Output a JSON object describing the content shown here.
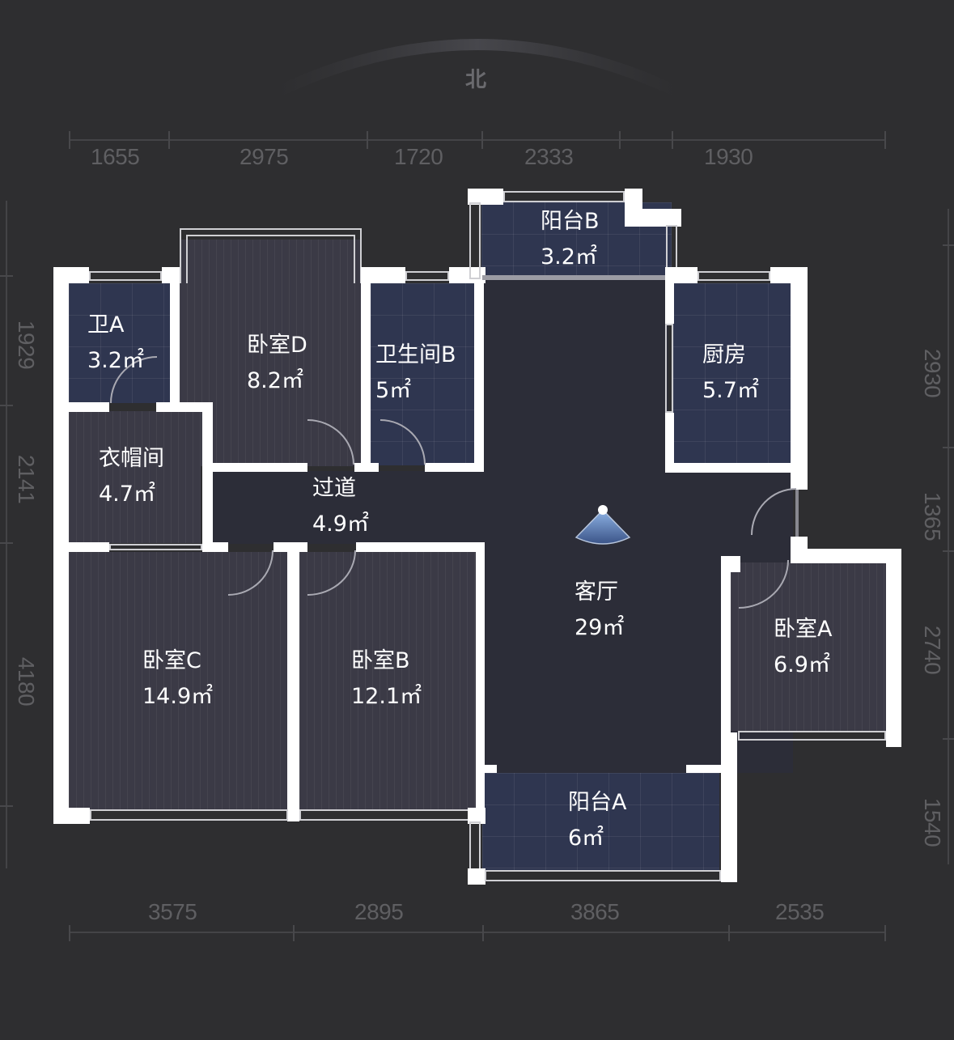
{
  "compass": {
    "north_label": "北"
  },
  "dimensions": {
    "top": [
      "1655",
      "2975",
      "1720",
      "2333",
      "1930"
    ],
    "bottom": [
      "3575",
      "2895",
      "3865",
      "2535"
    ],
    "left": [
      "1929",
      "2141",
      "4180"
    ],
    "right": [
      "2930",
      "1365",
      "2740",
      "1540"
    ]
  },
  "rooms": [
    {
      "id": "wei-a",
      "name": "卫A",
      "area": "3.2㎡"
    },
    {
      "id": "bedroom-d",
      "name": "卧室D",
      "area": "8.2㎡"
    },
    {
      "id": "bathroom-b",
      "name": "卫生间B",
      "area": "5㎡"
    },
    {
      "id": "balcony-b",
      "name": "阳台B",
      "area": "3.2㎡"
    },
    {
      "id": "kitchen",
      "name": "厨房",
      "area": "5.7㎡"
    },
    {
      "id": "cloakroom",
      "name": "衣帽间",
      "area": "4.7㎡"
    },
    {
      "id": "corridor",
      "name": "过道",
      "area": "4.9㎡"
    },
    {
      "id": "living-room",
      "name": "客厅",
      "area": "29㎡"
    },
    {
      "id": "bedroom-c",
      "name": "卧室C",
      "area": "14.9㎡"
    },
    {
      "id": "bedroom-b",
      "name": "卧室B",
      "area": "12.1㎡"
    },
    {
      "id": "bedroom-a",
      "name": "卧室A",
      "area": "6.9㎡"
    },
    {
      "id": "balcony-a",
      "name": "阳台A",
      "area": "6㎡"
    }
  ],
  "viewpoint": {
    "icon": "camera-viewpoint-icon"
  },
  "colors": {
    "background": "#2e2e30",
    "wall": "#ffffff",
    "wood_floor": "#3b3a46",
    "tile_floor": "#2f3650",
    "living_floor": "#2c2d38",
    "dimension_text": "#5f5f62"
  }
}
